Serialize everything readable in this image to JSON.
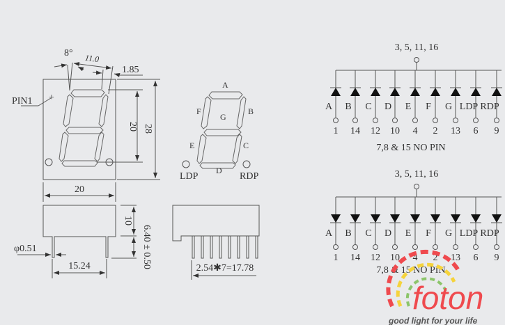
{
  "front_view": {
    "angle": "8°",
    "width_top": "11.0",
    "offset": "1.85",
    "pin1": "PIN1",
    "height_digit": "20",
    "height_total": "28",
    "width": "20"
  },
  "side_view": {
    "height_body": "10",
    "pin_length": "6.40 ± 0.50",
    "pin_dia": "φ0.51",
    "pin_span": "15.24"
  },
  "pin_view": {
    "pitch": "2.54✱7=17.78",
    "pin_count": 8
  },
  "segment_labels": {
    "a": "A",
    "b": "B",
    "c": "C",
    "d": "D",
    "e": "E",
    "f": "F",
    "g": "G",
    "ldp": "LDP",
    "rdp": "RDP"
  },
  "schematics": [
    {
      "common": "3, 5, 11, 16",
      "direction": "up",
      "note": "7,8 & 15  NO  PIN",
      "segments": [
        "A",
        "B",
        "C",
        "D",
        "E",
        "F",
        "G",
        "LDP",
        "RDP"
      ],
      "pins": [
        "1",
        "14",
        "12",
        "10",
        "4",
        "2",
        "13",
        "6",
        "9"
      ]
    },
    {
      "common": "3, 5, 11, 16",
      "direction": "down",
      "note": "7,8 & 15  NO  PIN",
      "segments": [
        "A",
        "B",
        "C",
        "D",
        "E",
        "F",
        "G",
        "LDP",
        "RDP"
      ],
      "pins": [
        "1",
        "14",
        "12",
        "10",
        "4",
        "2",
        "13",
        "6",
        "9"
      ]
    }
  ],
  "logo": {
    "brand": "foton",
    "tagline": "good light for your life",
    "colors": {
      "red": "#ef4a4e",
      "yellow": "#f5d33c",
      "green": "#8cc56a"
    }
  }
}
